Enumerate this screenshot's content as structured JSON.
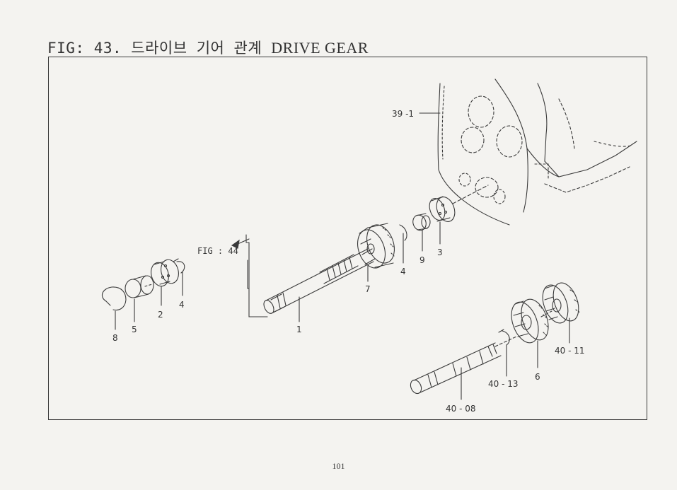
{
  "title": {
    "prefix": "FIG: 43. 드라이브 기어 관계",
    "english": "DRIVE GEAR"
  },
  "figure_ref": "FIG : 44",
  "callouts": {
    "c39_1": "39 -1",
    "c1": "1",
    "c2": "2",
    "c3": "3",
    "c4a": "4",
    "c4b": "4",
    "c5": "5",
    "c6": "6",
    "c7": "7",
    "c8": "8",
    "c9": "9",
    "c40_08": "40 - 08",
    "c40_11": "40 - 11",
    "c40_13": "40 - 13"
  },
  "page_number": "101"
}
